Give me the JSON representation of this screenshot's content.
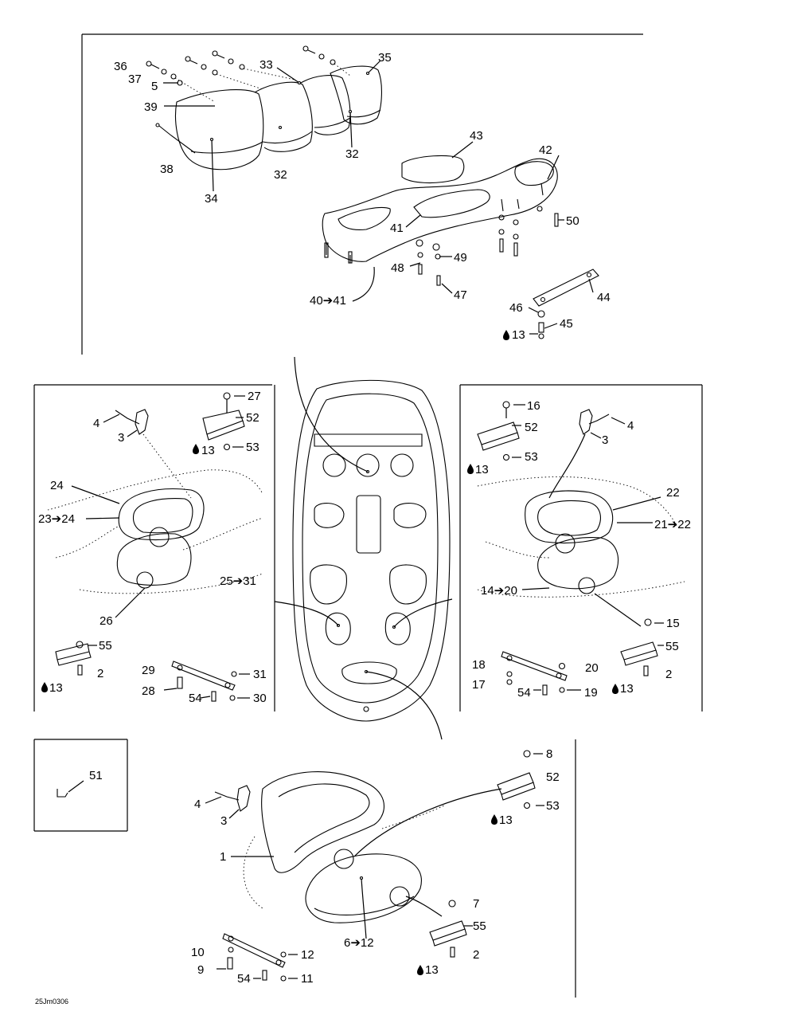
{
  "drawing_code": "25Jm0306",
  "labels": [
    {
      "id": "l36",
      "text": "36"
    },
    {
      "id": "l37",
      "text": "37"
    },
    {
      "id": "l5a",
      "text": "5"
    },
    {
      "id": "l39",
      "text": "39"
    },
    {
      "id": "l38",
      "text": "38"
    },
    {
      "id": "l34",
      "text": "34"
    },
    {
      "id": "l32a",
      "text": "32"
    },
    {
      "id": "l33",
      "text": "33"
    },
    {
      "id": "l32b",
      "text": "32"
    },
    {
      "id": "l35",
      "text": "35"
    },
    {
      "id": "l43",
      "text": "43"
    },
    {
      "id": "l42",
      "text": "42"
    },
    {
      "id": "l41",
      "text": "41"
    },
    {
      "id": "l50",
      "text": "50"
    },
    {
      "id": "l49",
      "text": "49"
    },
    {
      "id": "l48",
      "text": "48"
    },
    {
      "id": "l47",
      "text": "47"
    },
    {
      "id": "l4041",
      "text": "40➔41"
    },
    {
      "id": "l44",
      "text": "44"
    },
    {
      "id": "l46",
      "text": "46"
    },
    {
      "id": "l45",
      "text": "45"
    },
    {
      "id": "l13a",
      "text": "13"
    },
    {
      "id": "l27",
      "text": "27"
    },
    {
      "id": "l52a",
      "text": "52"
    },
    {
      "id": "l53a",
      "text": "53"
    },
    {
      "id": "l13b",
      "text": "13"
    },
    {
      "id": "l4a",
      "text": "4"
    },
    {
      "id": "l3a",
      "text": "3"
    },
    {
      "id": "l24",
      "text": "24"
    },
    {
      "id": "l2324",
      "text": "23➔24"
    },
    {
      "id": "l2531",
      "text": "25➔31"
    },
    {
      "id": "l26",
      "text": "26"
    },
    {
      "id": "l55a",
      "text": "55"
    },
    {
      "id": "l2a",
      "text": "2"
    },
    {
      "id": "l13c",
      "text": "13"
    },
    {
      "id": "l29",
      "text": "29"
    },
    {
      "id": "l31",
      "text": "31"
    },
    {
      "id": "l28",
      "text": "28"
    },
    {
      "id": "l54a",
      "text": "54"
    },
    {
      "id": "l30",
      "text": "30"
    },
    {
      "id": "l16",
      "text": "16"
    },
    {
      "id": "l52b",
      "text": "52"
    },
    {
      "id": "l53b",
      "text": "53"
    },
    {
      "id": "l13d",
      "text": "13"
    },
    {
      "id": "l4b",
      "text": "4"
    },
    {
      "id": "l3b",
      "text": "3"
    },
    {
      "id": "l22",
      "text": "22"
    },
    {
      "id": "l2122",
      "text": "21➔22"
    },
    {
      "id": "l1420",
      "text": "14➔20"
    },
    {
      "id": "l15",
      "text": "15"
    },
    {
      "id": "l55b",
      "text": "55"
    },
    {
      "id": "l18",
      "text": "18"
    },
    {
      "id": "l20",
      "text": "20"
    },
    {
      "id": "l17",
      "text": "17"
    },
    {
      "id": "l54b",
      "text": "54"
    },
    {
      "id": "l19",
      "text": "19"
    },
    {
      "id": "l13e",
      "text": "13"
    },
    {
      "id": "l2b",
      "text": "2"
    },
    {
      "id": "l51",
      "text": "51"
    },
    {
      "id": "l8",
      "text": "8"
    },
    {
      "id": "l52c",
      "text": "52"
    },
    {
      "id": "l53c",
      "text": "53"
    },
    {
      "id": "l13f",
      "text": "13"
    },
    {
      "id": "l4c",
      "text": "4"
    },
    {
      "id": "l3c",
      "text": "3"
    },
    {
      "id": "l1",
      "text": "1"
    },
    {
      "id": "l612",
      "text": "6➔12"
    },
    {
      "id": "l7",
      "text": "7"
    },
    {
      "id": "l55c",
      "text": "55"
    },
    {
      "id": "l2c",
      "text": "2"
    },
    {
      "id": "l13g",
      "text": "13"
    },
    {
      "id": "l10",
      "text": "10"
    },
    {
      "id": "l12",
      "text": "12"
    },
    {
      "id": "l9",
      "text": "9"
    },
    {
      "id": "l54c",
      "text": "54"
    },
    {
      "id": "l11",
      "text": "11"
    }
  ],
  "icons": {
    "drop": "oil-drop-icon",
    "arrow": "arrow-right-icon"
  }
}
